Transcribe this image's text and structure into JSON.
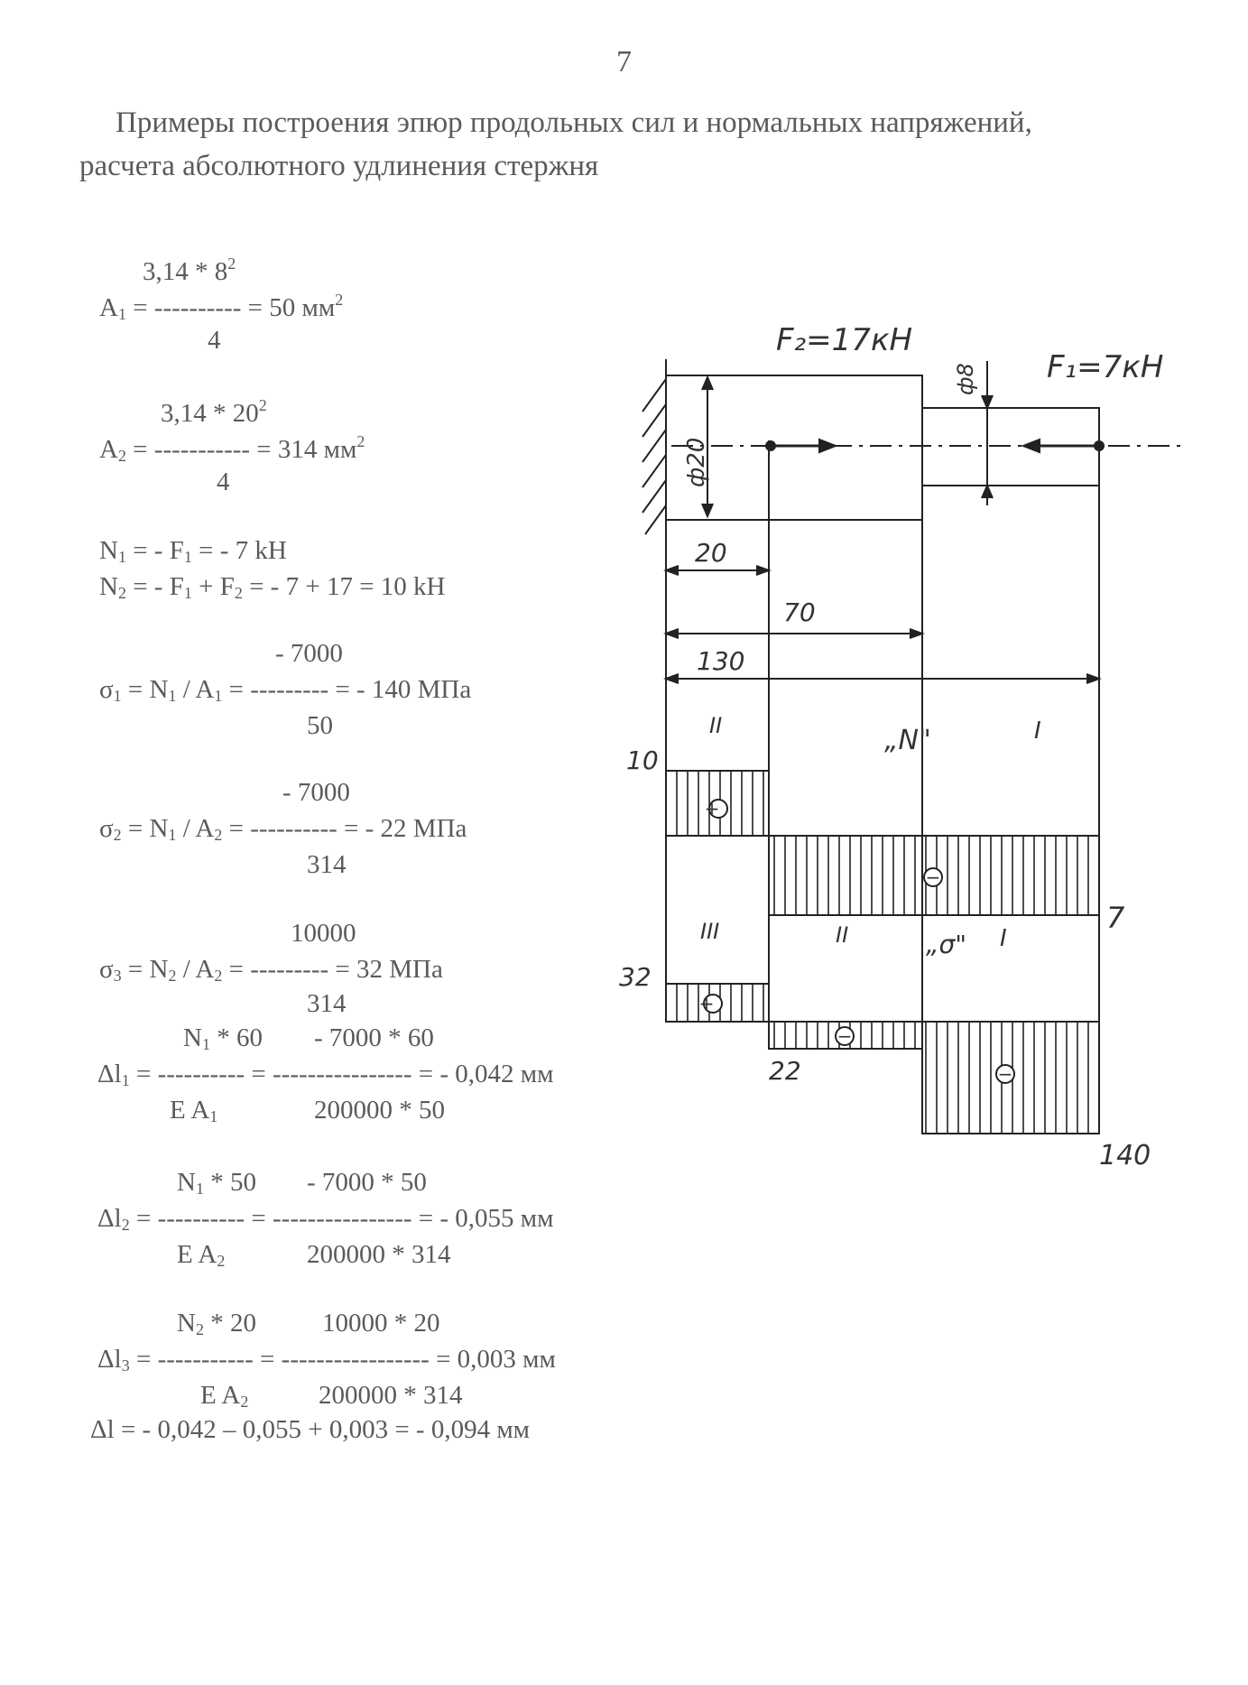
{
  "page_number": "7",
  "heading": {
    "line1": "Примеры построения эпюр продольных сил и нормальных напряжений,",
    "line2": "расчета абсолютного удлинения стержня"
  },
  "calc": {
    "a1": {
      "num": "3,14 * 8",
      "num_sup": "2",
      "lhs": "A",
      "lhs_sub": "1",
      "eq": " = ---------- = 50 мм",
      "res_sup": "2",
      "den": "4"
    },
    "a2": {
      "num": "3,14 * 20",
      "num_sup": "2",
      "lhs": "A",
      "lhs_sub": "2",
      "eq": " = ----------- = 314 мм",
      "res_sup": "2",
      "den": "4"
    },
    "n1": {
      "t1": "N",
      "s1": "1",
      "t2": " = - F",
      "s2": "1",
      "t3": " = - 7 kH"
    },
    "n2": {
      "t1": "N",
      "s1": "2",
      "t2": " = - F",
      "s2": "1",
      "t3": " + F",
      "s3": "2",
      "t4": " = - 7 + 17 = 10 kH"
    },
    "sigma1": {
      "num": "- 7000",
      "t1": "σ",
      "s1": "1",
      "t2": " = N",
      "s2": "1",
      "t3": " / A",
      "s3": "1",
      "t4": " = --------- = - 140 МПа",
      "den": "50"
    },
    "sigma2": {
      "num": "- 7000",
      "t1": "σ",
      "s1": "2",
      "t2": " = N",
      "s2": "1",
      "t3": " / A",
      "s3": "2",
      "t4": " = ---------- = - 22 МПа",
      "den": "314"
    },
    "sigma3": {
      "num": "10000",
      "t1": "σ",
      "s1": "3",
      "t2": " = N",
      "s2": "2",
      "t3": " / A",
      "s3": "2",
      "t4": " = --------- = 32 МПа",
      "den": "314"
    },
    "dl1": {
      "num1": "N",
      "num1_sub": "1",
      "num1_rest": " * 60",
      "num2": "- 7000 * 60",
      "t1": "Δl",
      "s1": "1",
      "t2": " = ---------- = ---------------- = - 0,042 мм",
      "den1": "E A",
      "den1_sub": "1",
      "den2": "200000 * 50"
    },
    "dl2": {
      "num1": "N",
      "num1_sub": "1",
      "num1_rest": " * 50",
      "num2": "- 7000 * 50",
      "t1": "Δl",
      "s1": "2",
      "t2": " = ---------- = ---------------- = - 0,055 мм",
      "den1": "E A",
      "den1_sub": "2",
      "den2": "200000 * 314"
    },
    "dl3": {
      "num1": "N",
      "num1_sub": "2",
      "num1_rest": " * 20",
      "num2": "10000 * 20",
      "t1": "Δl",
      "s1": "3",
      "t2": " = ----------- = ----------------- = 0,003 мм",
      "den1": "E A",
      "den1_sub": "2",
      "den2": "200000 * 314"
    },
    "total": "Δl = - 0,042 – 0,055 + 0,003 = - 0,094 мм"
  },
  "sketch": {
    "f2": "F₂=17кН",
    "f1": "F₁=7кН",
    "d20": "ф20",
    "d8": "ф8",
    "dim20": "20",
    "dim70": "70",
    "dim130": "130",
    "n_label": "„N\"",
    "sigma_label": "„σ\"",
    "r_i": "I",
    "r_ii": "II",
    "r_iii": "III",
    "v10": "10",
    "v7": "7",
    "v32": "32",
    "v22": "22",
    "v140": "140",
    "plus": "+",
    "minus": "−"
  }
}
